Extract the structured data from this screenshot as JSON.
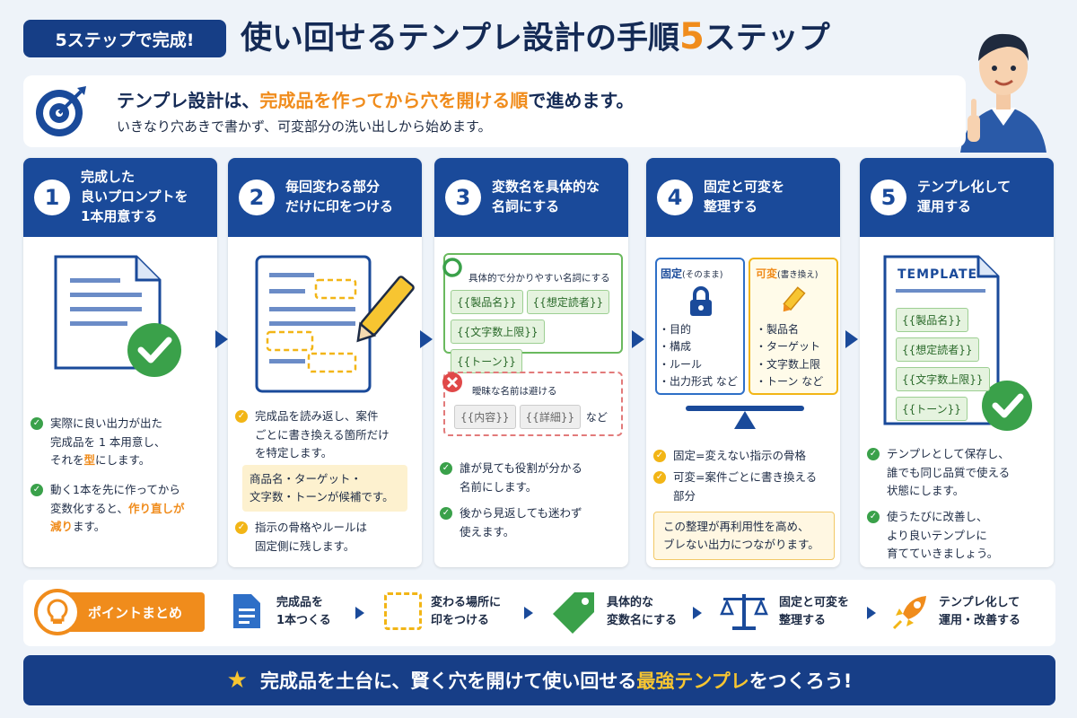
{
  "header": {
    "badge": "5ステップで完成!",
    "title_main": "使い回せるテンプレ設計の手順",
    "title_num": "5",
    "title_tail": "ステップ"
  },
  "intro": {
    "main_pre": "テンプレ設計は、",
    "main_highlight": "完成品を作ってから穴を開ける順",
    "main_post": "で進めます。",
    "sub": "いきなり穴あきで書かず、可変部分の洗い出しから始めます。"
  },
  "steps": [
    {
      "num": "1",
      "title_lines": [
        "完成した",
        "良いプロンプトを",
        "1本用意する"
      ],
      "bullets": [
        {
          "pre": "実際に良い出力が出た",
          "mid": "完成品を 1 本用意し、",
          "pre2": "それを",
          "hl": "型",
          "post": "にします。"
        },
        {
          "pre": "動く1本を先に作ってから",
          "mid": "変数化すると、",
          "hl": "作り直しが",
          "hl2": "減り",
          "post": "ます。"
        }
      ]
    },
    {
      "num": "2",
      "title_lines": [
        "毎回変わる部分",
        "だけに印をつける"
      ],
      "bullets": [
        {
          "l1": "完成品を読み返し、案件",
          "l2": "ごとに書き換える箇所だけ",
          "l3": "を特定します。"
        },
        {
          "l1": "指示の骨格やルールは",
          "l2": "固定側に残します。"
        }
      ],
      "note_l1": "商品名・ターゲット・",
      "note_l2": "文字数・トーンが候補です。"
    },
    {
      "num": "3",
      "title_lines": [
        "変数名を具体的な",
        "名詞にする"
      ],
      "good_label": "具体的で分かりやすい名詞にする",
      "good_chips": [
        "{{製品名}}",
        "{{想定読者}}",
        "{{文字数上限}}",
        "{{トーン}}"
      ],
      "bad_label": "曖昧な名前は避ける",
      "bad_chips": [
        "{{内容}}",
        "{{詳細}}"
      ],
      "bad_suffix": "など",
      "bullets": [
        {
          "l1": "誰が見ても役割が分かる",
          "l2": "名前にします。"
        },
        {
          "l1": "後から見返しても迷わず",
          "l2": "使えます。"
        }
      ]
    },
    {
      "num": "4",
      "title_lines": [
        "固定と可変を",
        "整理する"
      ],
      "fixed_title": "固定",
      "fixed_sub": "(そのまま)",
      "fixed_items": [
        "・目的",
        "・構成",
        "・ルール",
        "・出力形式 など"
      ],
      "var_title": "可変",
      "var_sub": "(書き換え)",
      "var_items": [
        "・製品名",
        "・ターゲット",
        "・文字数上限",
        "・トーン など"
      ],
      "bullets": [
        {
          "l1": "固定=変えない指示の骨格"
        },
        {
          "l1": "可変=案件ごとに書き換える",
          "l2": "部分"
        }
      ],
      "note_l1": "この整理が再利用性を高め、",
      "note_l2": "ブレない出力につながります。"
    },
    {
      "num": "5",
      "title_lines": [
        "テンプレ化して",
        "運用する"
      ],
      "template_label": "TEMPLATE",
      "chips": [
        "{{製品名}}",
        "{{想定読者}}",
        "{{文字数上限}}",
        "{{トーン}}"
      ],
      "bullets": [
        {
          "l1": "テンプレとして保存し、",
          "l2": "誰でも同じ品質で使える",
          "l3": "状態にします。"
        },
        {
          "l1": "使うたびに改善し、",
          "l2": "より良いテンプレに",
          "l3": "育てていきましょう。"
        }
      ]
    }
  ],
  "points": {
    "badge": "ポイントまとめ",
    "items": [
      {
        "l1": "完成品を",
        "l2": "1本つくる"
      },
      {
        "l1": "変わる場所に",
        "l2": "印をつける"
      },
      {
        "l1": "具体的な",
        "l2": "変数名にする"
      },
      {
        "l1": "固定と可変を",
        "l2": "整理する"
      },
      {
        "l1": "テンプレ化して",
        "l2": "運用・改善する"
      }
    ]
  },
  "bottom": {
    "pre": "完成品を土台に、賢く穴を開けて使い回せる",
    "hl": "最強テンプレ",
    "post": "をつくろう!"
  },
  "colors": {
    "navy": "#1a4a9a",
    "orange": "#f08c1c",
    "green": "#3aa14a",
    "yellow": "#f2b516"
  }
}
